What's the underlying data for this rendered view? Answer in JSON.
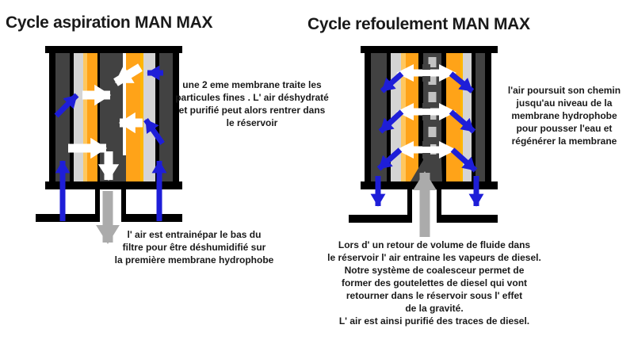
{
  "titles": {
    "aspiration": "Cycle aspiration MAN MAX",
    "refoulement": "Cycle refoulement MAN MAX"
  },
  "notes": {
    "aspiration_side": [
      "une 2 eme membrane traite les",
      "particules fines . L' air déshydraté",
      "et purifié peut alors rentrer dans",
      "le réservoir"
    ],
    "aspiration_bottom": [
      "l' air est entrainépar le bas du",
      "filtre pour être déshumidifié sur",
      "la première membrane hydrophobe"
    ],
    "refoulement_side": [
      "l'air poursuit son chemin",
      "jusqu'au niveau de la",
      "membrane hydrophobe",
      "pour pousser l'eau et",
      "régénérer la membrane"
    ],
    "refoulement_bottom": [
      "Lors d' un retour de volume de fluide dans",
      "le réservoir l' air entraine les vapeurs de diesel.",
      "Notre système de coalesceur permet de",
      "former des goutelettes de diesel qui vont",
      "retourner dans le réservoir sous l' effet",
      "de la gravité.",
      "L' air est ainsi purifié des traces de diesel."
    ]
  },
  "colors": {
    "frame": "#000000",
    "dark": "#424242",
    "light": "#d4d4d4",
    "orange": "#ffa318",
    "paleOrange": "#ffc75e",
    "yellow": "#ffb600",
    "blue": "#1e1ed8",
    "arrowWhite": "#ffffff",
    "arrowGray": "#ababab",
    "dash": "#c2c2c2",
    "text": "#1a1a1a"
  }
}
